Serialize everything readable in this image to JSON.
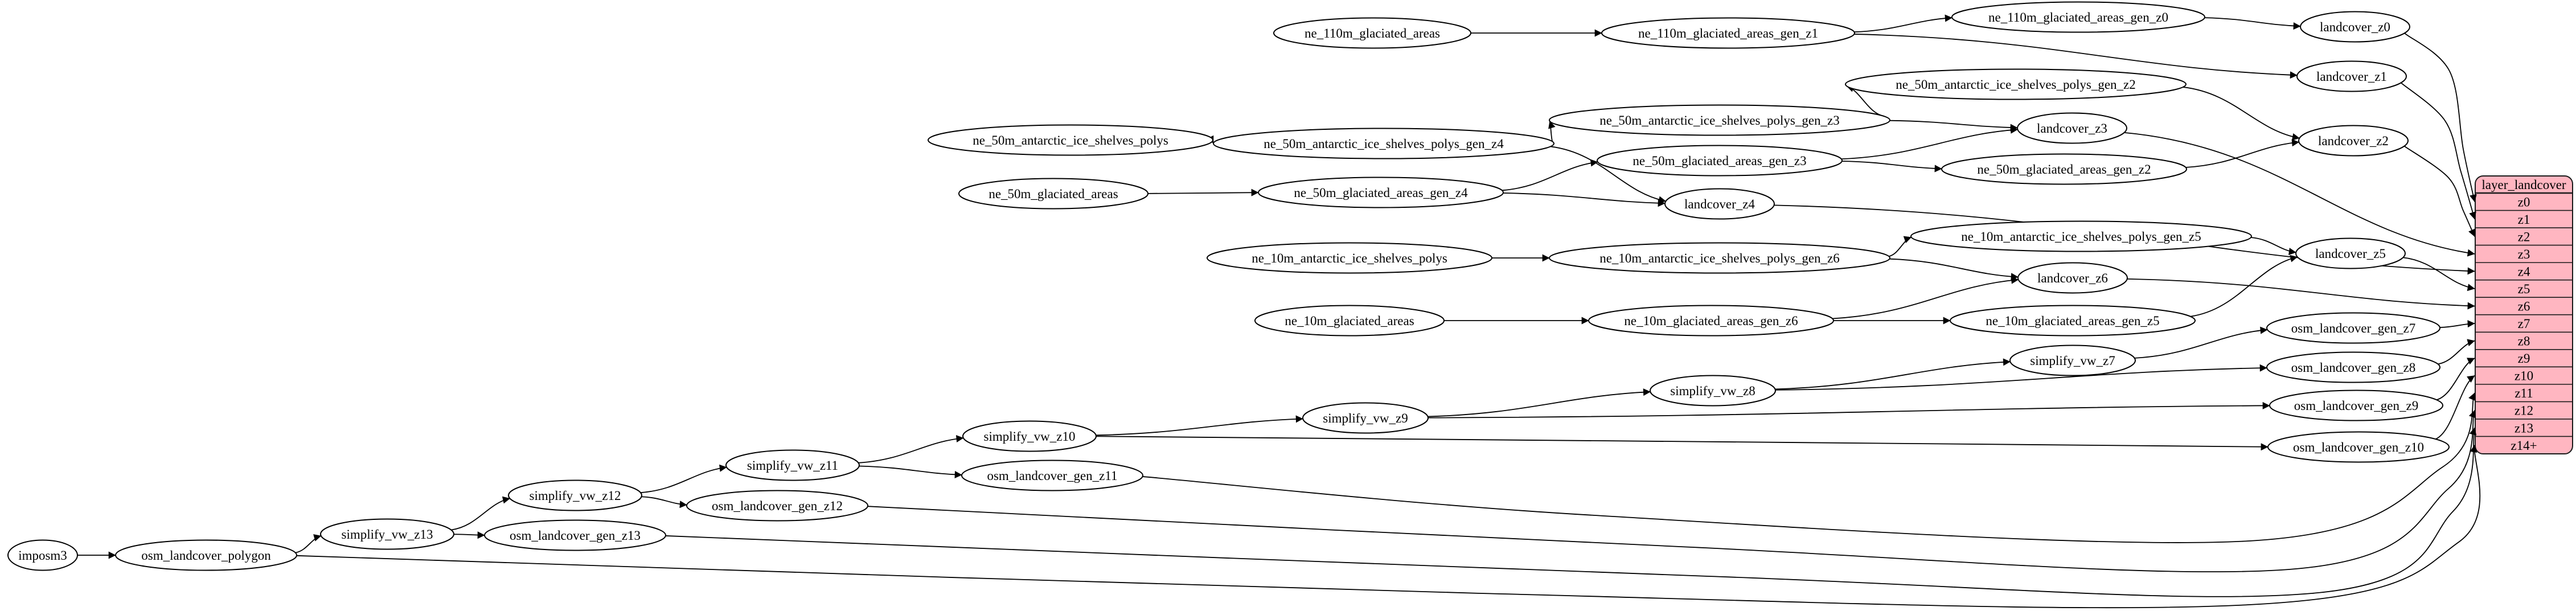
{
  "diagram": {
    "type": "dependency-graph",
    "background_color": "#ffffff",
    "edge_color": "#000000",
    "node_style": {
      "fill": "#ffffff",
      "stroke": "#000000",
      "text_color": "#000000"
    },
    "nodes": [
      {
        "id": "imposm3",
        "label": "imposm3"
      },
      {
        "id": "osm_landcover_polygon",
        "label": "osm_landcover_polygon"
      },
      {
        "id": "simplify_vw_z13",
        "label": "simplify_vw_z13"
      },
      {
        "id": "osm_landcover_gen_z13",
        "label": "osm_landcover_gen_z13"
      },
      {
        "id": "simplify_vw_z12",
        "label": "simplify_vw_z12"
      },
      {
        "id": "osm_landcover_gen_z12",
        "label": "osm_landcover_gen_z12"
      },
      {
        "id": "simplify_vw_z11",
        "label": "simplify_vw_z11"
      },
      {
        "id": "osm_landcover_gen_z11",
        "label": "osm_landcover_gen_z11"
      },
      {
        "id": "simplify_vw_z10",
        "label": "simplify_vw_z10"
      },
      {
        "id": "simplify_vw_z9",
        "label": "simplify_vw_z9"
      },
      {
        "id": "simplify_vw_z8",
        "label": "simplify_vw_z8"
      },
      {
        "id": "simplify_vw_z7",
        "label": "simplify_vw_z7"
      },
      {
        "id": "osm_landcover_gen_z7",
        "label": "osm_landcover_gen_z7"
      },
      {
        "id": "osm_landcover_gen_z8",
        "label": "osm_landcover_gen_z8"
      },
      {
        "id": "osm_landcover_gen_z9",
        "label": "osm_landcover_gen_z9"
      },
      {
        "id": "osm_landcover_gen_z10",
        "label": "osm_landcover_gen_z10"
      },
      {
        "id": "ne_110m_glaciated_areas",
        "label": "ne_110m_glaciated_areas"
      },
      {
        "id": "ne_110m_glaciated_areas_gen_z1",
        "label": "ne_110m_glaciated_areas_gen_z1"
      },
      {
        "id": "ne_110m_glaciated_areas_gen_z0",
        "label": "ne_110m_glaciated_areas_gen_z0"
      },
      {
        "id": "landcover_z0",
        "label": "landcover_z0"
      },
      {
        "id": "landcover_z1",
        "label": "landcover_z1"
      },
      {
        "id": "landcover_z2",
        "label": "landcover_z2"
      },
      {
        "id": "ne_50m_antarctic_ice_shelves_polys",
        "label": "ne_50m_antarctic_ice_shelves_polys"
      },
      {
        "id": "ne_50m_antarctic_ice_shelves_polys_gen_z4",
        "label": "ne_50m_antarctic_ice_shelves_polys_gen_z4"
      },
      {
        "id": "ne_50m_antarctic_ice_shelves_polys_gen_z3",
        "label": "ne_50m_antarctic_ice_shelves_polys_gen_z3"
      },
      {
        "id": "ne_50m_antarctic_ice_shelves_polys_gen_z2",
        "label": "ne_50m_antarctic_ice_shelves_polys_gen_z2"
      },
      {
        "id": "landcover_z3",
        "label": "landcover_z3"
      },
      {
        "id": "ne_50m_glaciated_areas",
        "label": "ne_50m_glaciated_areas"
      },
      {
        "id": "ne_50m_glaciated_areas_gen_z4",
        "label": "ne_50m_glaciated_areas_gen_z4"
      },
      {
        "id": "ne_50m_glaciated_areas_gen_z3",
        "label": "ne_50m_glaciated_areas_gen_z3"
      },
      {
        "id": "ne_50m_glaciated_areas_gen_z2",
        "label": "ne_50m_glaciated_areas_gen_z2"
      },
      {
        "id": "landcover_z4",
        "label": "landcover_z4"
      },
      {
        "id": "ne_10m_antarctic_ice_shelves_polys",
        "label": "ne_10m_antarctic_ice_shelves_polys"
      },
      {
        "id": "ne_10m_antarctic_ice_shelves_polys_gen_z6",
        "label": "ne_10m_antarctic_ice_shelves_polys_gen_z6"
      },
      {
        "id": "ne_10m_antarctic_ice_shelves_polys_gen_z5",
        "label": "ne_10m_antarctic_ice_shelves_polys_gen_z5"
      },
      {
        "id": "landcover_z5",
        "label": "landcover_z5"
      },
      {
        "id": "landcover_z6",
        "label": "landcover_z6"
      },
      {
        "id": "ne_10m_glaciated_areas",
        "label": "ne_10m_glaciated_areas"
      },
      {
        "id": "ne_10m_glaciated_areas_gen_z6",
        "label": "ne_10m_glaciated_areas_gen_z6"
      },
      {
        "id": "ne_10m_glaciated_areas_gen_z5",
        "label": "ne_10m_glaciated_areas_gen_z5"
      }
    ],
    "edges": [
      {
        "from": "imposm3",
        "to": "osm_landcover_polygon"
      },
      {
        "from": "osm_landcover_polygon",
        "to": "simplify_vw_z13"
      },
      {
        "from": "osm_landcover_polygon",
        "to": "row:z14+"
      },
      {
        "from": "simplify_vw_z13",
        "to": "simplify_vw_z12"
      },
      {
        "from": "simplify_vw_z13",
        "to": "osm_landcover_gen_z13"
      },
      {
        "from": "osm_landcover_gen_z13",
        "to": "row:z13"
      },
      {
        "from": "simplify_vw_z12",
        "to": "simplify_vw_z11"
      },
      {
        "from": "simplify_vw_z12",
        "to": "osm_landcover_gen_z12"
      },
      {
        "from": "osm_landcover_gen_z12",
        "to": "row:z12"
      },
      {
        "from": "simplify_vw_z11",
        "to": "simplify_vw_z10"
      },
      {
        "from": "simplify_vw_z11",
        "to": "osm_landcover_gen_z11"
      },
      {
        "from": "osm_landcover_gen_z11",
        "to": "row:z11"
      },
      {
        "from": "simplify_vw_z10",
        "to": "simplify_vw_z9"
      },
      {
        "from": "simplify_vw_z10",
        "to": "osm_landcover_gen_z10"
      },
      {
        "from": "osm_landcover_gen_z10",
        "to": "row:z10"
      },
      {
        "from": "simplify_vw_z9",
        "to": "simplify_vw_z8"
      },
      {
        "from": "simplify_vw_z9",
        "to": "osm_landcover_gen_z9"
      },
      {
        "from": "osm_landcover_gen_z9",
        "to": "row:z9"
      },
      {
        "from": "simplify_vw_z8",
        "to": "simplify_vw_z7"
      },
      {
        "from": "simplify_vw_z8",
        "to": "osm_landcover_gen_z8"
      },
      {
        "from": "osm_landcover_gen_z8",
        "to": "row:z8"
      },
      {
        "from": "simplify_vw_z7",
        "to": "osm_landcover_gen_z7"
      },
      {
        "from": "osm_landcover_gen_z7",
        "to": "row:z7"
      },
      {
        "from": "ne_110m_glaciated_areas",
        "to": "ne_110m_glaciated_areas_gen_z1"
      },
      {
        "from": "ne_110m_glaciated_areas_gen_z1",
        "to": "ne_110m_glaciated_areas_gen_z0"
      },
      {
        "from": "ne_110m_glaciated_areas_gen_z1",
        "to": "landcover_z1"
      },
      {
        "from": "ne_110m_glaciated_areas_gen_z0",
        "to": "landcover_z0"
      },
      {
        "from": "landcover_z0",
        "to": "row:z0"
      },
      {
        "from": "landcover_z1",
        "to": "row:z1"
      },
      {
        "from": "landcover_z2",
        "to": "row:z2"
      },
      {
        "from": "ne_50m_antarctic_ice_shelves_polys",
        "to": "ne_50m_antarctic_ice_shelves_polys_gen_z4"
      },
      {
        "from": "ne_50m_antarctic_ice_shelves_polys_gen_z4",
        "to": "ne_50m_antarctic_ice_shelves_polys_gen_z3"
      },
      {
        "from": "ne_50m_antarctic_ice_shelves_polys_gen_z4",
        "to": "landcover_z4"
      },
      {
        "from": "ne_50m_antarctic_ice_shelves_polys_gen_z3",
        "to": "ne_50m_antarctic_ice_shelves_polys_gen_z2"
      },
      {
        "from": "ne_50m_antarctic_ice_shelves_polys_gen_z3",
        "to": "landcover_z3"
      },
      {
        "from": "ne_50m_antarctic_ice_shelves_polys_gen_z2",
        "to": "landcover_z2"
      },
      {
        "from": "ne_50m_glaciated_areas",
        "to": "ne_50m_glaciated_areas_gen_z4"
      },
      {
        "from": "ne_50m_glaciated_areas_gen_z4",
        "to": "ne_50m_glaciated_areas_gen_z3"
      },
      {
        "from": "ne_50m_glaciated_areas_gen_z4",
        "to": "landcover_z4"
      },
      {
        "from": "ne_50m_glaciated_areas_gen_z3",
        "to": "ne_50m_glaciated_areas_gen_z2"
      },
      {
        "from": "ne_50m_glaciated_areas_gen_z3",
        "to": "landcover_z3"
      },
      {
        "from": "ne_50m_glaciated_areas_gen_z2",
        "to": "landcover_z2"
      },
      {
        "from": "landcover_z3",
        "to": "row:z3"
      },
      {
        "from": "landcover_z4",
        "to": "row:z4"
      },
      {
        "from": "ne_10m_antarctic_ice_shelves_polys",
        "to": "ne_10m_antarctic_ice_shelves_polys_gen_z6"
      },
      {
        "from": "ne_10m_antarctic_ice_shelves_polys_gen_z6",
        "to": "ne_10m_antarctic_ice_shelves_polys_gen_z5"
      },
      {
        "from": "ne_10m_antarctic_ice_shelves_polys_gen_z6",
        "to": "landcover_z6"
      },
      {
        "from": "ne_10m_antarctic_ice_shelves_polys_gen_z5",
        "to": "landcover_z5"
      },
      {
        "from": "ne_10m_glaciated_areas",
        "to": "ne_10m_glaciated_areas_gen_z6"
      },
      {
        "from": "ne_10m_glaciated_areas_gen_z6",
        "to": "ne_10m_glaciated_areas_gen_z5"
      },
      {
        "from": "ne_10m_glaciated_areas_gen_z6",
        "to": "landcover_z6"
      },
      {
        "from": "ne_10m_glaciated_areas_gen_z5",
        "to": "landcover_z5"
      },
      {
        "from": "landcover_z5",
        "to": "row:z5"
      },
      {
        "from": "landcover_z6",
        "to": "row:z6"
      }
    ],
    "table": {
      "title": "layer_landcover",
      "fill": "#ffb6c1",
      "stroke": "#1a1a1a",
      "text_color": "#000000",
      "rows": [
        "z0",
        "z1",
        "z2",
        "z3",
        "z4",
        "z5",
        "z6",
        "z7",
        "z8",
        "z9",
        "z10",
        "z11",
        "z12",
        "z13",
        "z14+"
      ]
    }
  }
}
